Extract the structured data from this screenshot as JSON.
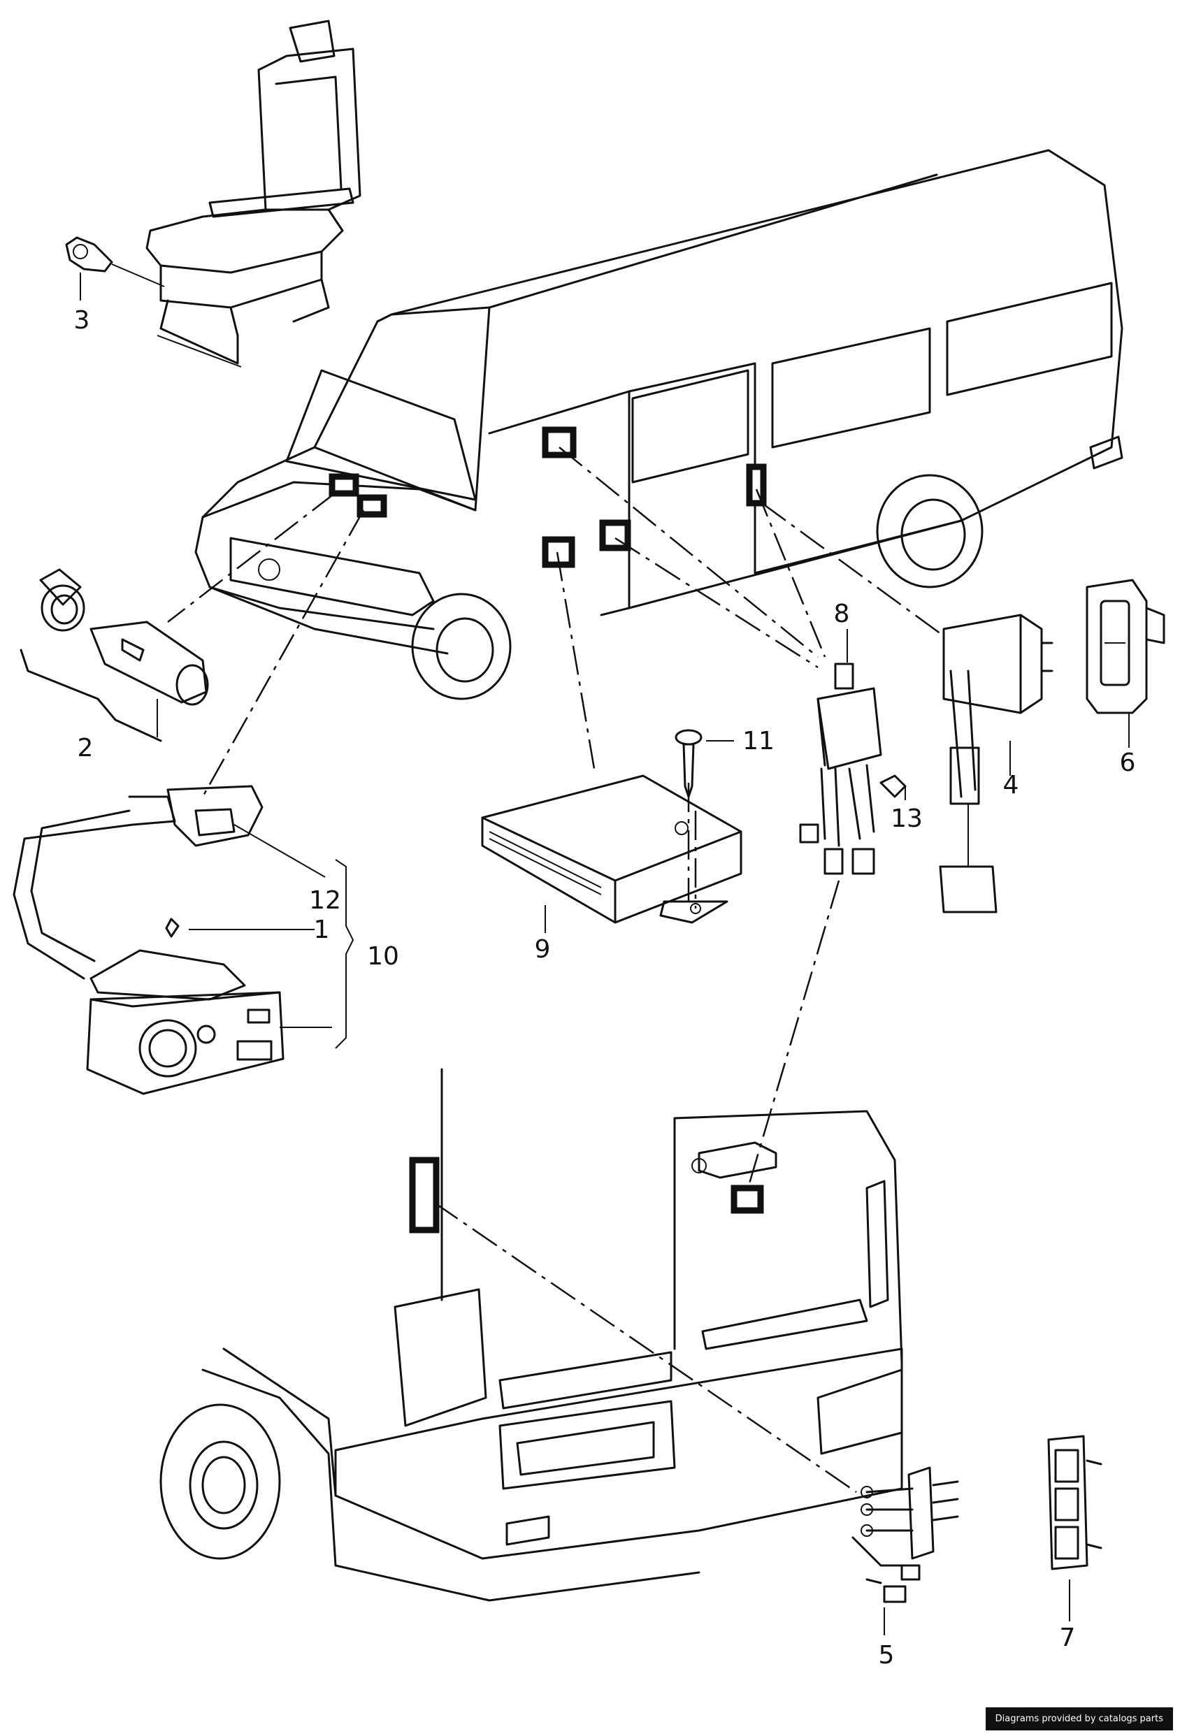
{
  "callouts": {
    "c1": "1",
    "c2": "2",
    "c3": "3",
    "c4": "4",
    "c5": "5",
    "c6": "6",
    "c7": "7",
    "c8": "8",
    "c9": "9",
    "c10": "10",
    "c11": "11",
    "c12": "12",
    "c13": "13"
  },
  "watermark": "Diagrams provided by catalogs parts"
}
